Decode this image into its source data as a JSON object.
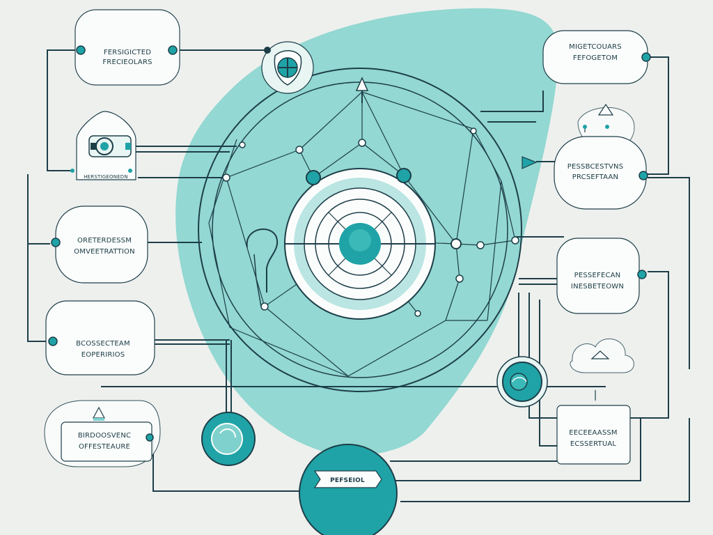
{
  "colors": {
    "background": "#eef0ee",
    "accent": "#1fa3a6",
    "accent_light": "#7fd1cd",
    "line": "#1d3e48",
    "node_fill": "#fbfdfc"
  },
  "labels": {
    "top_left": [
      "FERSIGICTED",
      "FRECIEOLARS"
    ],
    "top_right": [
      "MIGETCOUARS",
      "FEFOGETOM"
    ],
    "badge_left": "HERSTIGEONEDN",
    "mid_left": [
      "ORETERDESSM",
      "OMVEETRATTION"
    ],
    "right_upper": [
      "PESSBCESTVNS",
      "PRCSEFTAAN"
    ],
    "left_lower": [
      "BCOSSECTEAM",
      "EOPERIRIOS"
    ],
    "right_mid": [
      "PESSEFECAN",
      "INESBETEOWN"
    ],
    "bottom_left": [
      "BIRDOOSVENC",
      "OFFESTEAURE"
    ],
    "bottom_right": [
      "EECEEAASSM",
      "ECSSERTUAL"
    ],
    "bottom_center": "PEFSEIOL"
  },
  "icons": [
    "target-icon",
    "lightbulb-icon",
    "shield-icon",
    "tablet-icon",
    "eye-icon",
    "triangle-icon",
    "arrow-icon",
    "cloud-icon"
  ]
}
